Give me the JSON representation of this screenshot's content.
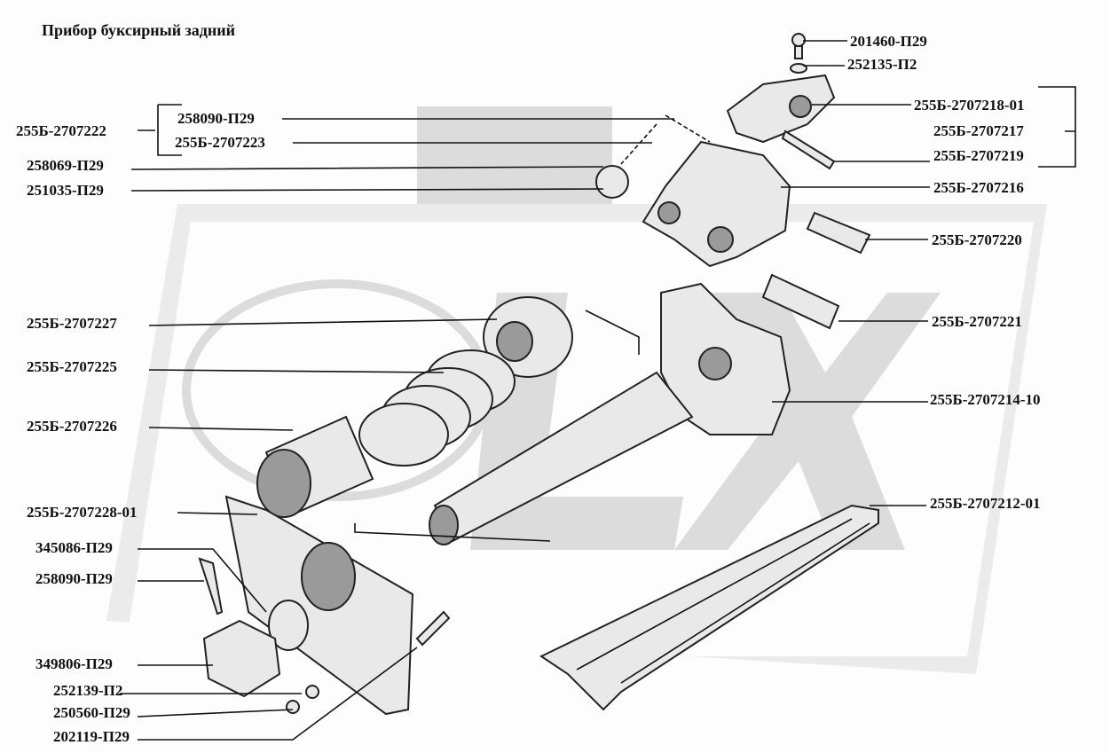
{
  "title": "Прибор буксирный задний",
  "watermark": "OLX",
  "colors": {
    "ink": "#111111",
    "watermark": "#dcdcdc",
    "background": "#fdfdfd"
  },
  "labels": {
    "l201460": "201460-П29",
    "l252135": "252135-П2",
    "l2707218": "255Б-2707218-01",
    "l2707217": "255Б-2707217",
    "l2707219": "255Б-2707219",
    "l2707216": "255Б-2707216",
    "l2707220": "255Б-2707220",
    "l2707221": "255Б-2707221",
    "l2707214": "255Б-2707214-10",
    "l2707212": "255Б-2707212-01",
    "l2707222": "255Б-2707222",
    "l258090a": "258090-П29",
    "l2707223": "255Б-2707223",
    "l258069": "258069-П29",
    "l251035": "251035-П29",
    "l2707227": "255Б-2707227",
    "l2707225": "255Б-2707225",
    "l2707226": "255Б-2707226",
    "l2707228": "255Б-2707228-01",
    "l345086": "345086-П29",
    "l258090b": "258090-П29",
    "l349806": "349806-П29",
    "l252139": "252139-П2",
    "l250560": "250560-П29",
    "l202119": "202119-П29"
  }
}
